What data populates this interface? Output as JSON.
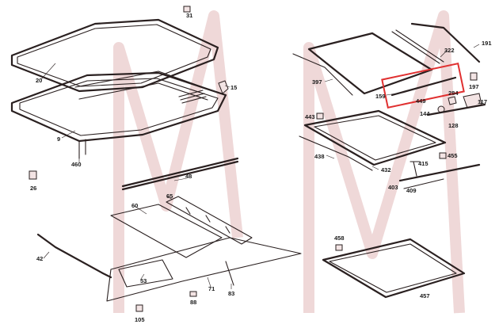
{
  "diagram": {
    "highlight_color": "#e03030",
    "part_color": "#2a2020",
    "watermark_color": "#e8c8c8",
    "labels": {
      "p31": "31",
      "p20": "20",
      "p15": "15",
      "p9": "9",
      "p460": "460",
      "p26": "26",
      "p48": "48",
      "p65": "65",
      "p60": "60",
      "p42": "42",
      "p53": "53",
      "p105": "105",
      "p88": "88",
      "p71": "71",
      "p83": "83",
      "p397": "397",
      "p322": "322",
      "p191": "191",
      "p197": "197",
      "p159": "159",
      "p449": "449",
      "p284": "284",
      "p117": "117",
      "p144": "144",
      "p128": "128",
      "p443": "443",
      "p438": "438",
      "p432": "432",
      "p415": "415",
      "p455": "455",
      "p403": "403",
      "p409": "409",
      "p458": "458",
      "p457": "457"
    }
  }
}
